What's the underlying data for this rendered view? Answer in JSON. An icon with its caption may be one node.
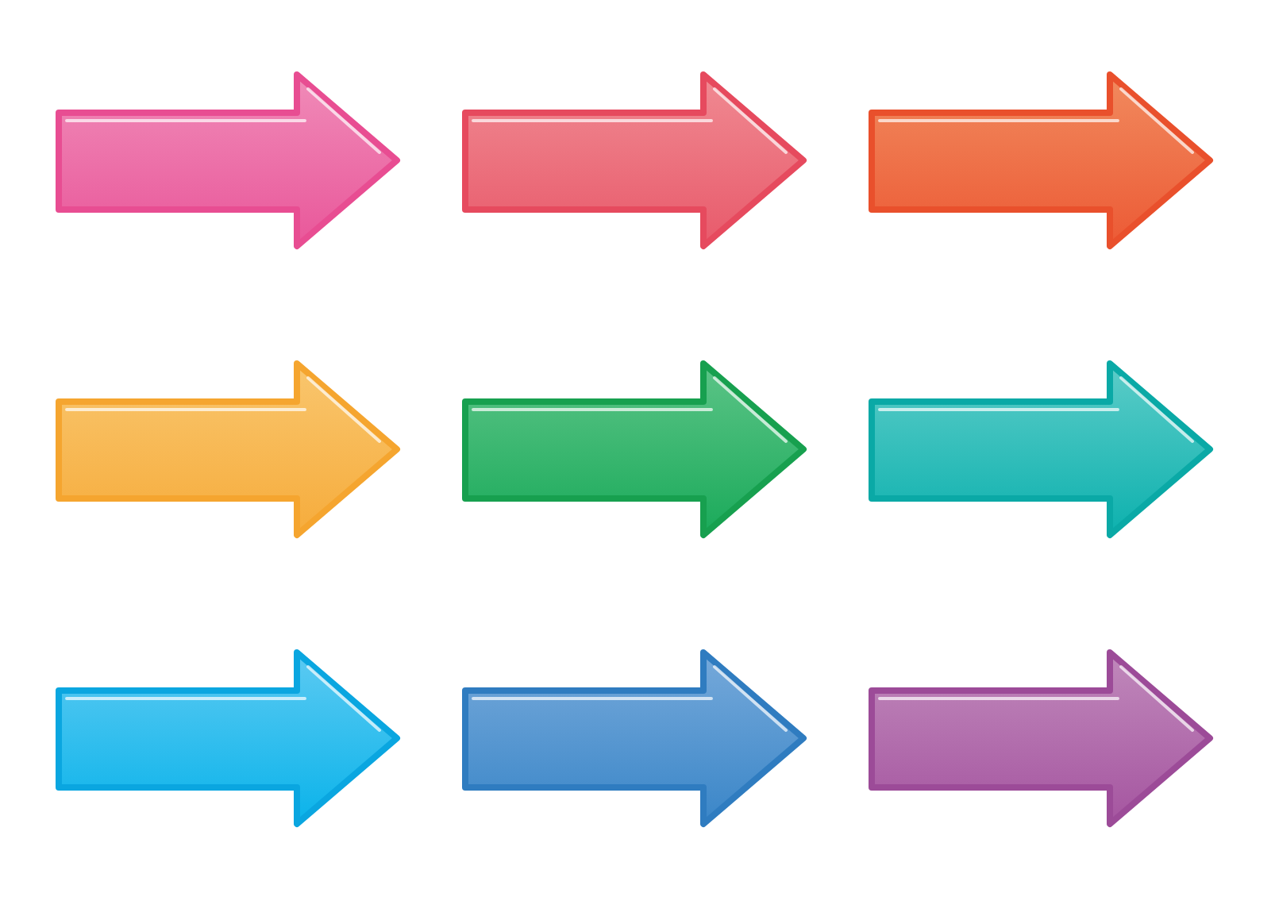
{
  "diagram": {
    "nodes": [
      {
        "text": [],
        "shape": "arrow"
      },
      {
        "text": [],
        "shape": "arrow"
      },
      {
        "text": [],
        "shape": "arrow"
      },
      {
        "text": [],
        "shape": "arrow"
      },
      {
        "text": [],
        "shape": "arrow"
      },
      {
        "text": [],
        "shape": "arrow"
      },
      {
        "text": [],
        "shape": "arrow"
      },
      {
        "text": [],
        "shape": "arrow"
      },
      {
        "text": [],
        "shape": "arrow"
      }
    ]
  }
}
